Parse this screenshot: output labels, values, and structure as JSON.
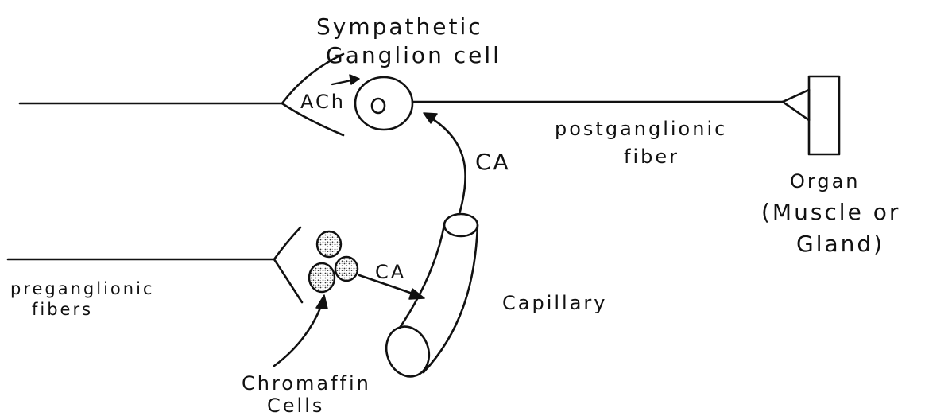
{
  "labels": {
    "sympathetic": "Sympathetic",
    "ganglion_cell": "Ganglion cell",
    "ach": "ACh",
    "ca_upper": "CA",
    "ca_lower": "CA",
    "postganglionic": "postganglionic",
    "fiber": "fiber",
    "organ": "Organ",
    "muscle_or": "(Muscle or",
    "gland": "Gland)",
    "capillary": "Capillary",
    "preganglionic": "preganglionic",
    "fibers": "fibers",
    "chromaffin": "Chromaffin",
    "cells": "Cells",
    "ganglion_nucleus": "o"
  }
}
